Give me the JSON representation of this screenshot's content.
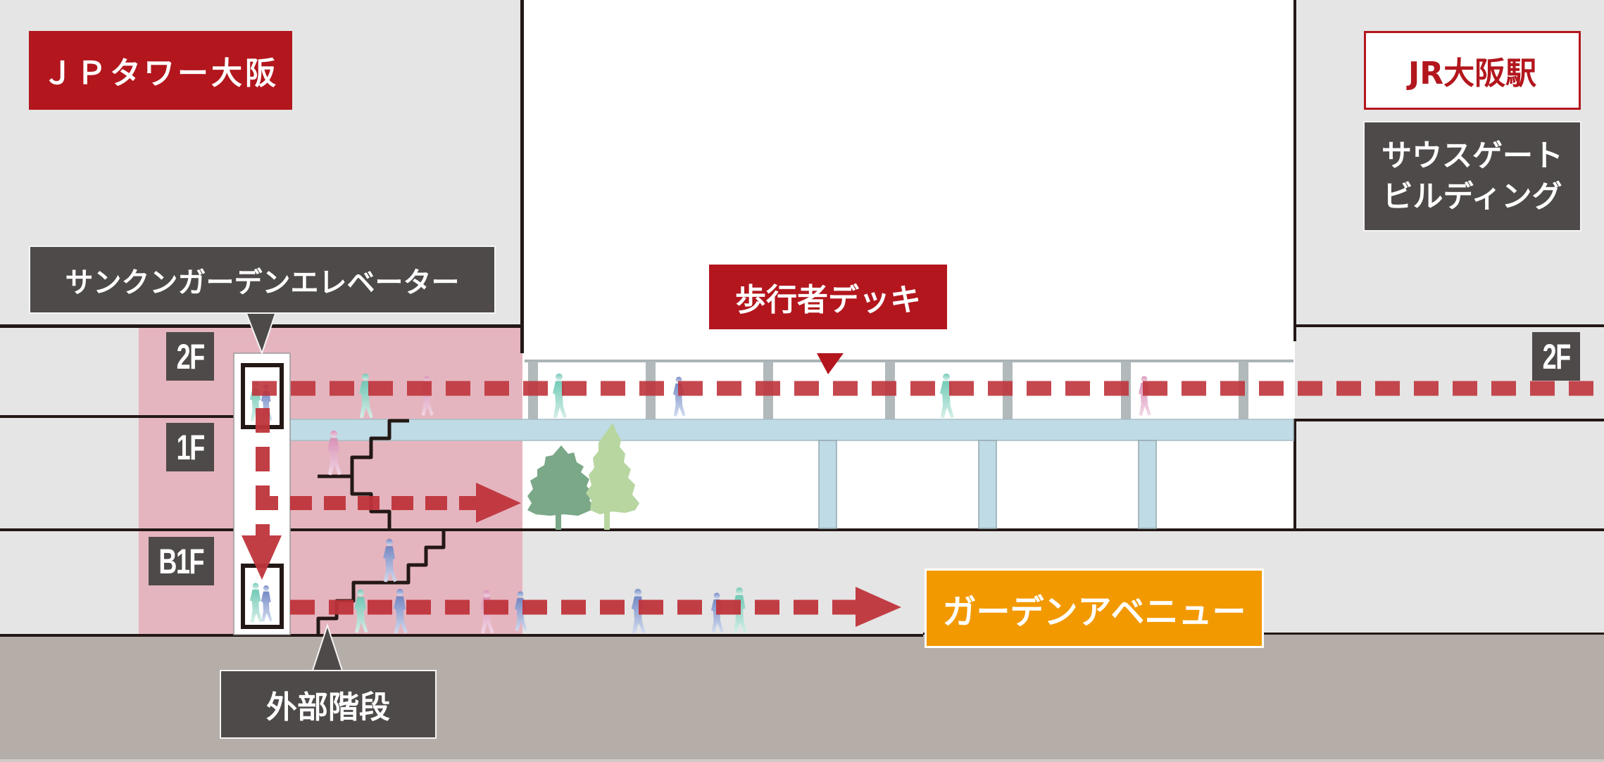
{
  "title": "JPタワー大阪 to ガーデンアベニュー access diagram",
  "buildings": {
    "left": {
      "label": "ＪＰタワー大阪",
      "color": "#b3161d"
    },
    "right_station": {
      "label": "JR大阪駅",
      "color": "#b3161d"
    },
    "right_building": {
      "label_line1": "サウスゲート",
      "label_line2": "ビルディング"
    }
  },
  "callouts": {
    "elevator": "サンクンガーデンエレベーター",
    "deck": "歩行者デッキ",
    "stairs": "外部階段",
    "destination": "ガーデンアベニュー"
  },
  "floors": {
    "left": [
      "2F",
      "1F",
      "B1F"
    ],
    "right": [
      "2F"
    ]
  },
  "colors": {
    "background": "#e5e5e5",
    "highlight_zone": "#e5b5bf",
    "route": "#bf343c",
    "brand_red": "#b3161d",
    "label_dark": "#4e4a49",
    "destination_orange": "#f29900",
    "ground": "#b5ada8",
    "deck": "#bfdbe5",
    "railing": "#b1b9bb",
    "tree_dark": "#7aa888",
    "tree_light": "#b8d6a0"
  },
  "routes": [
    {
      "level": "2F",
      "from": "エレベーター",
      "to": "JR大阪駅 2F",
      "direction": "right"
    },
    {
      "level": "1F",
      "from": "エレベーター",
      "to": "歩行者デッキ下",
      "direction": "right"
    },
    {
      "level": "elevator",
      "from": "2F",
      "to": "B1F",
      "direction": "down"
    },
    {
      "level": "B1F",
      "from": "エレベーター",
      "to": "ガーデンアベニュー",
      "direction": "right"
    }
  ]
}
